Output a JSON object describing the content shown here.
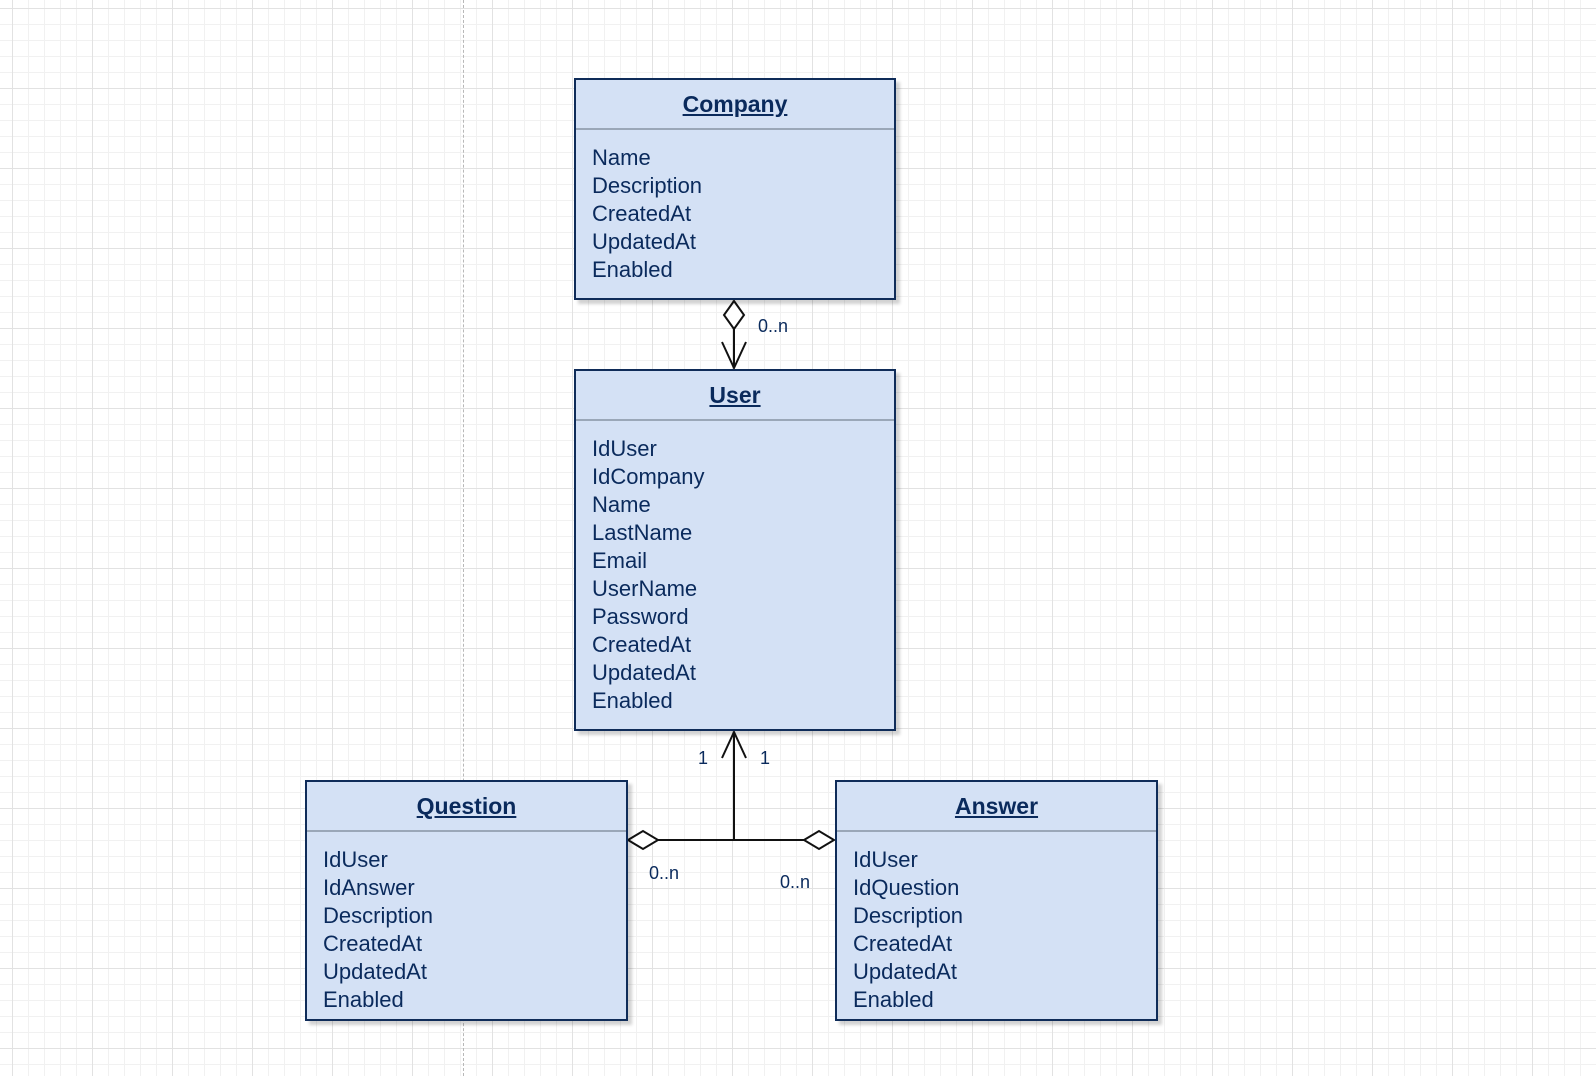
{
  "classes": {
    "company": {
      "name": "Company",
      "attributes": [
        "Name",
        "Description",
        "CreatedAt",
        "UpdatedAt",
        "Enabled"
      ]
    },
    "user": {
      "name": "User",
      "attributes": [
        "IdUser",
        "IdCompany",
        "Name",
        "LastName",
        "Email",
        "UserName",
        "Password",
        "CreatedAt",
        "UpdatedAt",
        "Enabled"
      ]
    },
    "question": {
      "name": "Question",
      "attributes": [
        "IdUser",
        "IdAnswer",
        "Description",
        "CreatedAt",
        "UpdatedAt",
        "Enabled"
      ]
    },
    "answer": {
      "name": "Answer",
      "attributes": [
        "IdUser",
        "IdQuestion",
        "Description",
        "CreatedAt",
        "UpdatedAt",
        "Enabled"
      ]
    }
  },
  "associations": {
    "company_user": {
      "target_multiplicity": "0..n"
    },
    "user_question": {
      "source_multiplicity": "1",
      "target_multiplicity": "0..n"
    },
    "user_answer": {
      "source_multiplicity": "1",
      "target_multiplicity": "0..n"
    }
  },
  "colors": {
    "class_fill": "#d4e1f5",
    "class_border": "#0f2c59",
    "text": "#0a2a5c"
  }
}
